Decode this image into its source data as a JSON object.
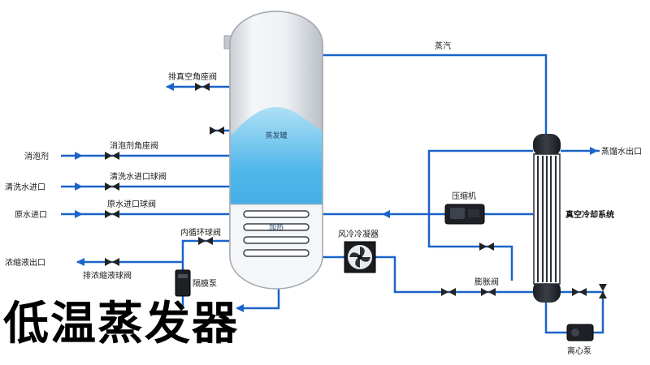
{
  "title": "低温蒸发器",
  "tank": {
    "evaporator": "蒸发罐",
    "heater": "加热"
  },
  "labels": {
    "steam": "蒸汽",
    "exhaust_valve": "排真空角座阀",
    "defoamer": "消泡剂",
    "defoamer_valve": "消泡剂角座阀",
    "cleaning_inlet": "清洗水进口",
    "cleaning_valve": "清洗水进口球阀",
    "raw_inlet": "原水进口",
    "raw_valve": "原水进口球阀",
    "circulation_valve": "内循环球阀",
    "concentrate_outlet": "浓缩液出口",
    "concentrate_valve": "排浓缩液球阀",
    "diaphragm_pump": "隔膜泵",
    "air_condenser": "风冷冷凝器",
    "compressor": "压缩机",
    "expansion_valve": "膨胀阀",
    "distillate_outlet": "蒸馏水出口",
    "vacuum_cooling": "真空冷却系统",
    "centrifugal_pump": "离心泵"
  }
}
